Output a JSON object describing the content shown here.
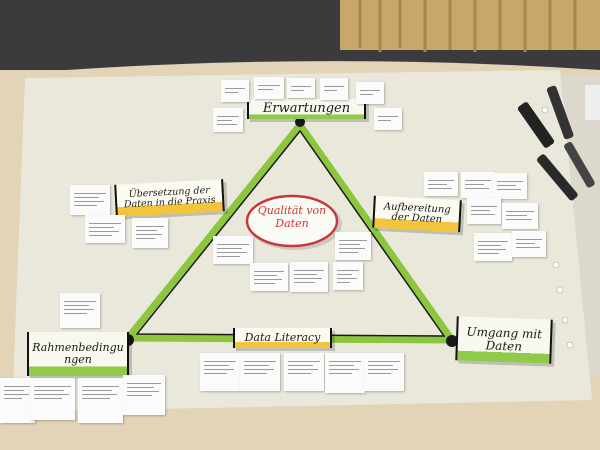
{
  "flipchart": {
    "center": "Qualität von Daten",
    "labels": {
      "top": "Erwartungen",
      "left_mid": "Übersetzung der Daten in die Praxis",
      "right_mid": "Aufbereitung der Daten",
      "bottom_left": "Rahmenbedingungen",
      "bottom_mid": "Data Literacy",
      "bottom_right": "Umgang mit Daten"
    }
  },
  "colors": {
    "green": "#8cc63f",
    "yellow": "#f2c53d",
    "red": "#c8363c",
    "paper": "#e9e8da",
    "table": "#e3d4b8"
  }
}
